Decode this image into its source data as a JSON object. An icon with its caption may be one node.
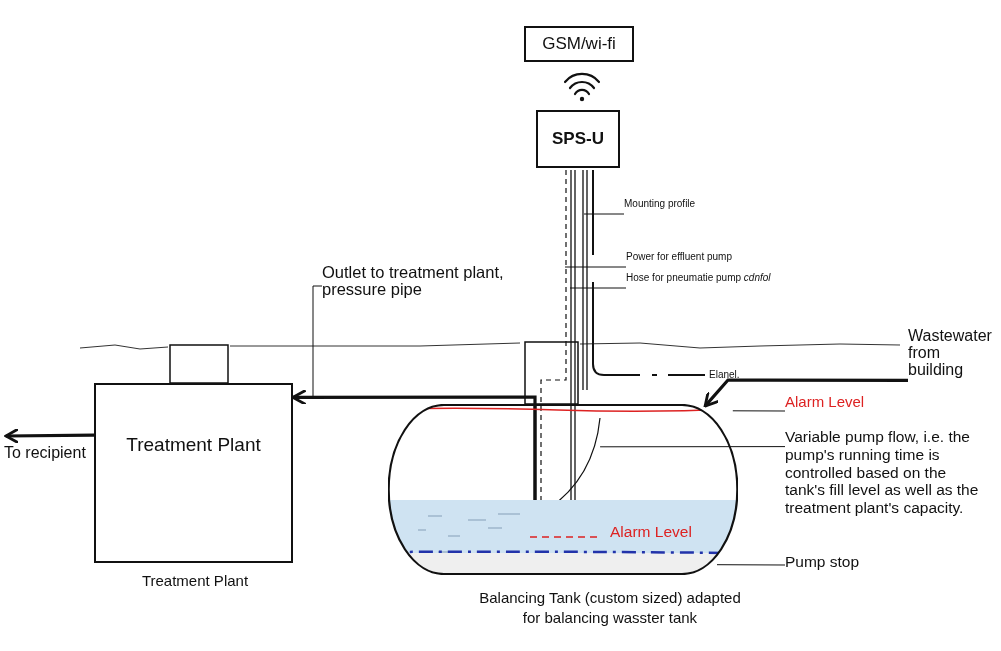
{
  "diagram": {
    "nodes": [
      {
        "text": [
          "GSM/wi-fi"
        ]
      },
      {
        "text": [
          "SPS-U"
        ]
      },
      {
        "text": [
          "Mounting profile"
        ]
      },
      {
        "text": [
          "Power for effluent pump"
        ]
      },
      {
        "text": [
          "Hose for pneumatie pump *cdnfol*"
        ]
      },
      {
        "text": [
          "Outlet to treatment plant, pressure pipe"
        ]
      },
      {
        "text": [
          "Wastewater from building"
        ]
      },
      {
        "text": [
          "Treatment Plant"
        ],
        "beside": [
          "Treatment Plant"
        ]
      },
      {
        "text": [
          "To recipient"
        ]
      },
      {
        "text": [
          "Alarm Level"
        ]
      },
      {
        "text": [
          "Variable pump flow, i.e. the pump's running time is controlled based on the tank's fill level as well as the treatment plant's capacity."
        ]
      },
      {
        "text": [],
        "shape": "cylinder",
        "beside": [
          "Balancing Tank (custom sized) adapted for balancing wasster tank"
        ]
      },
      {
        "text": [
          "Pump stop"
        ]
      }
    ],
    "edges": [
      {
        "from": 11,
        "to": 7,
        "arrow": "to",
        "style": "thick"
      },
      {
        "from": 7,
        "to": 8,
        "arrow": "to",
        "style": "thick"
      },
      {
        "from": 6,
        "to": 11,
        "arrow": "to",
        "style": "thick"
      },
      {
        "from": 2,
        "to": null,
        "arrow": "none"
      },
      {
        "from": 3,
        "to": null,
        "arrow": "none"
      },
      {
        "from": 4,
        "to": null,
        "arrow": "none"
      },
      {
        "from": 5,
        "to": null,
        "arrow": "none"
      },
      {
        "from": 9,
        "to": 11,
        "arrow": "none"
      },
      {
        "from": 10,
        "to": 11,
        "arrow": "none"
      },
      {
        "from": 12,
        "to": 11,
        "arrow": "none"
      }
    ],
    "labels": [
      "Elanel.",
      "Alarm Level"
    ]
  }
}
